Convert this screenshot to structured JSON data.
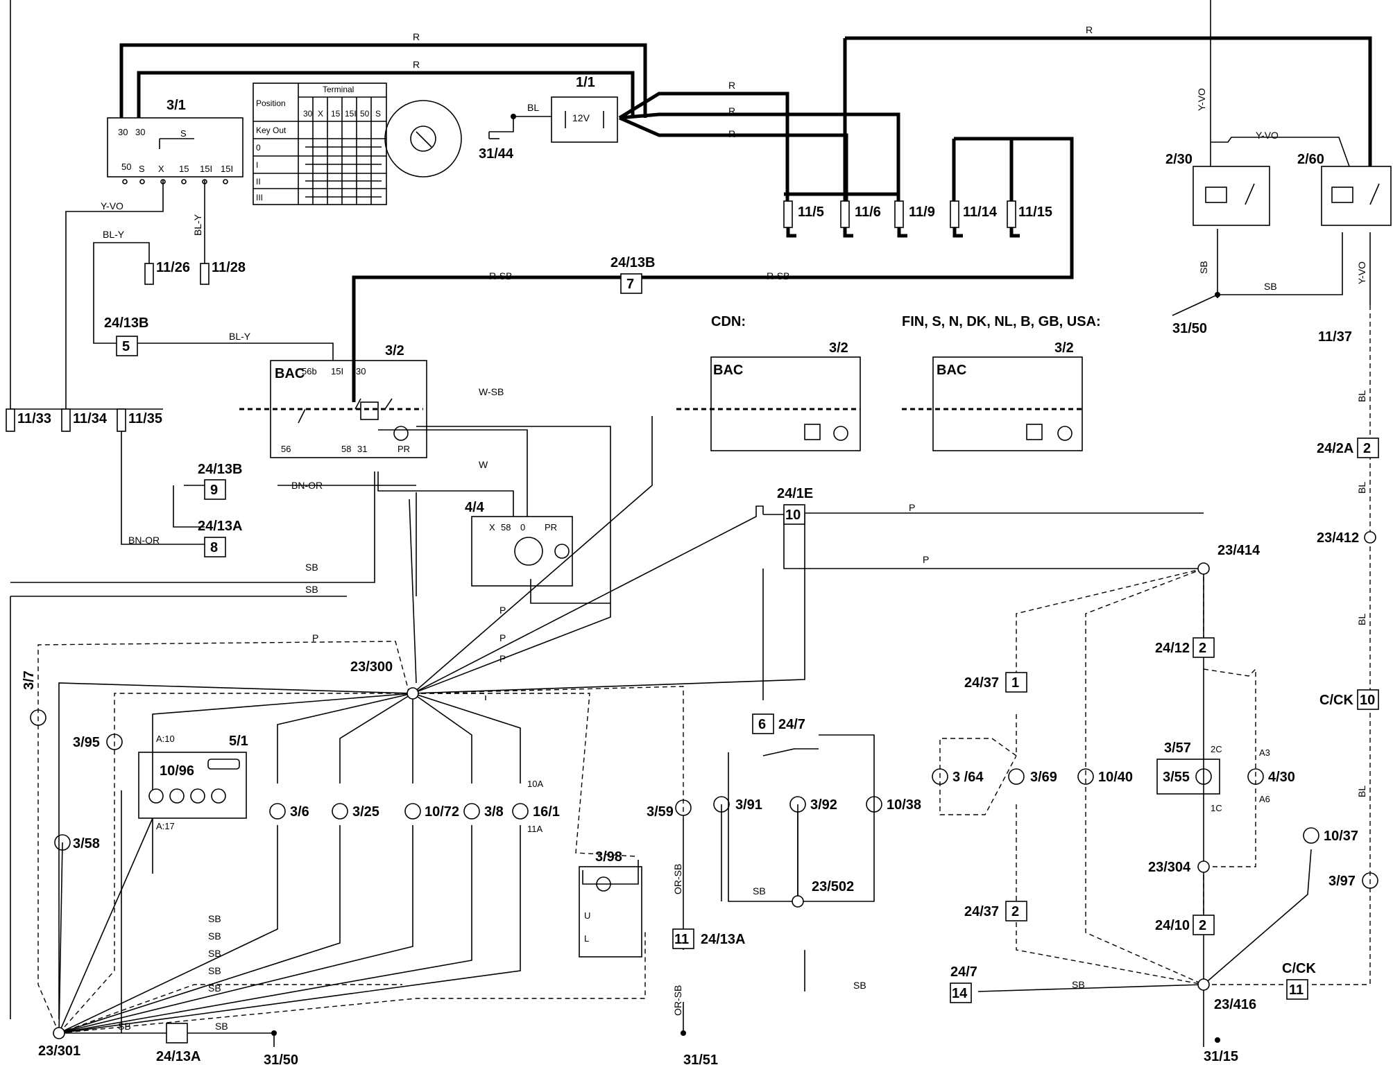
{
  "labels": {
    "sw_31": "3/1",
    "batt": "1/1",
    "batt_v": "12V",
    "gnd_3144": "31/44",
    "f115": "11/5",
    "f116": "11/6",
    "f119": "11/9",
    "f1114": "11/14",
    "f1115": "11/15",
    "r230": "2/30",
    "r260": "2/60",
    "gnd_3150r": "31/50",
    "f1137": "11/37",
    "f1126": "11/26",
    "f1128": "11/28",
    "c2413b_5": "24/13B",
    "c2413b_7": "24/13B",
    "sw_32": "3/2",
    "f1133": "11/33",
    "f1134": "11/34",
    "f1135": "11/35",
    "c2413b_9": "24/13B",
    "c2413a_8": "24/13A",
    "m44": "4/4",
    "cdn": "CDN:",
    "sw_32b": "3/2",
    "markets": "FIN, S, N, DK, NL, B, GB, USA:",
    "sw_32c": "3/2",
    "c242a": "24/2A",
    "c241e": "24/1E",
    "s23414": "23/414",
    "s23412": "23/412",
    "s23300": "23/300",
    "c2412": "24/12",
    "c2437_1": "24/37",
    "cck10": "C/CK",
    "l37": "3/7",
    "l395": "3/95",
    "m51": "5/1",
    "m1096": "10/96",
    "c247_6": "24/7",
    "l357": "3/57",
    "l355": "3/55",
    "l430": "4/30",
    "l36": "3/6",
    "l325": "3/25",
    "l1072": "10/72",
    "l38": "3/8",
    "l161": "16/1",
    "l358": "3/58",
    "l359": "3/59",
    "l391": "3/91",
    "l392": "3/92",
    "l1038": "10/38",
    "l364": "3 /64",
    "l369": "3/69",
    "l1040": "10/40",
    "l1037": "10/37",
    "s23304": "23/304",
    "l397": "3/97",
    "s23502": "23/502",
    "c2437_6": "24/37",
    "c2410": "24/10",
    "m398": "3/98",
    "c2413a_11": "24/13A",
    "c247_14": "24/7",
    "cck11": "C/CK",
    "s23301": "23/301",
    "c2413a_4": "24/13A",
    "gnd_3150": "31/50",
    "gnd_3151": "31/51",
    "s23416": "23/416",
    "gnd_3115": "31/15",
    "bac": "BAC"
  },
  "connector_pins": {
    "p5": "5",
    "p7": "7",
    "p9": "9",
    "p8": "8",
    "p2a": "2",
    "p10a": "10",
    "p10b": "10",
    "p1": "1",
    "p6": "6",
    "p2b": "2",
    "p2c": "2",
    "p2d": "2",
    "p11a": "11",
    "p14": "14",
    "p11b": "11"
  },
  "wire_colors": {
    "R": "R",
    "BL": "BL",
    "Y_VO": "Y-VO",
    "BL_Y": "BL-Y",
    "R_SB": "R-SB",
    "W_SB": "W-SB",
    "W": "W",
    "BN_OR": "BN-OR",
    "SB": "SB",
    "P": "P",
    "OR_SB": "OR-SB"
  },
  "ignition_table": {
    "header_position": "Position",
    "header_terminal": "Terminal",
    "terminals": [
      "30",
      "X",
      "15",
      "15I",
      "50",
      "S"
    ],
    "rows": [
      "Key Out",
      "0",
      "I",
      "II",
      "III"
    ]
  },
  "terminal_marks": {
    "t30": "30",
    "t50": "50",
    "tS": "S",
    "tX": "X",
    "t15": "15",
    "t15I": "15I",
    "t56b": "56b",
    "t56": "56",
    "t58": "58",
    "t31": "31",
    "t0": "0",
    "tPR": "PR",
    "tA10": "A:10",
    "tA17": "A:17",
    "t2C": "2C",
    "t1C": "1C",
    "tA3": "A3",
    "tA6": "A6",
    "t10A": "10A",
    "t11A": "11A",
    "tU": "U",
    "tL": "L"
  }
}
